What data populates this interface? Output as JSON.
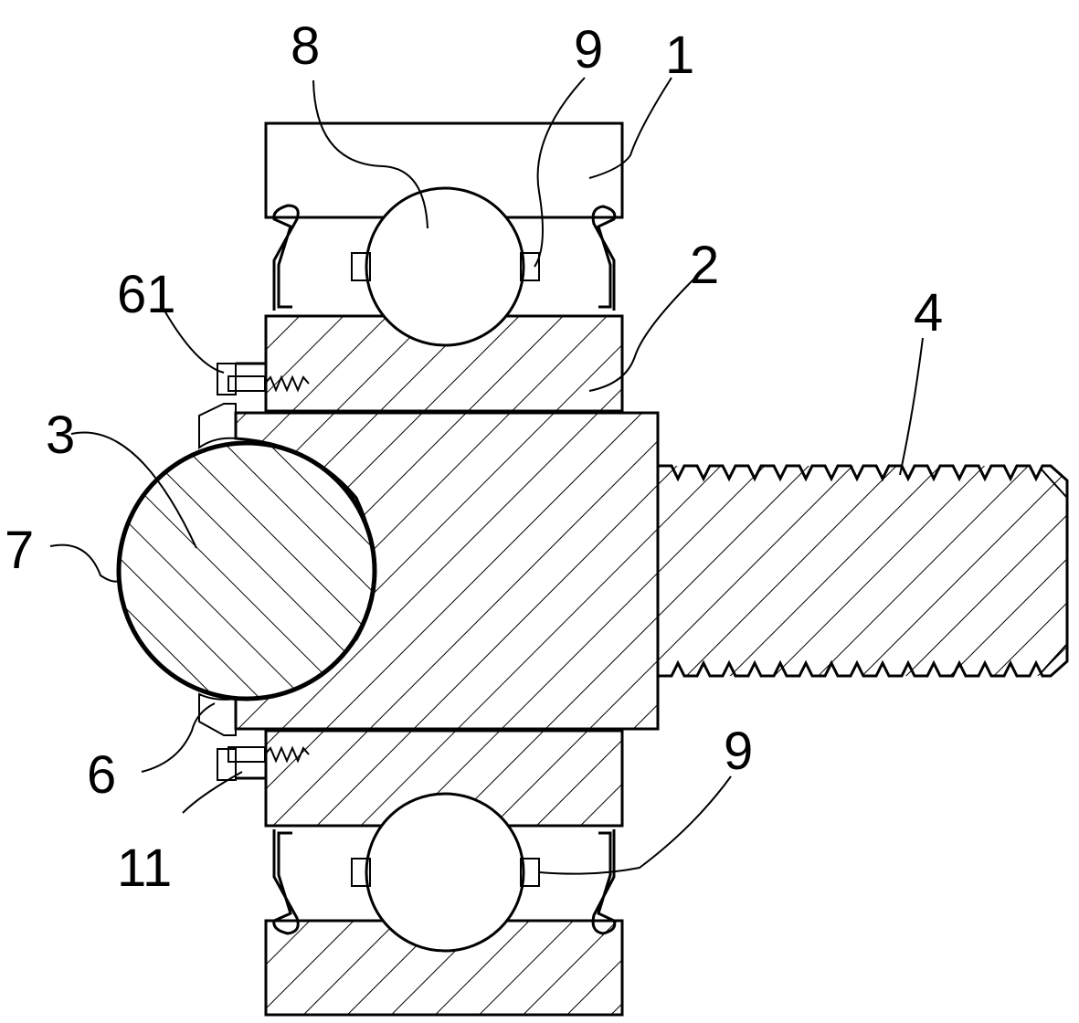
{
  "colors": {
    "ink": "#000000",
    "paper": "#ffffff"
  },
  "labels": {
    "l8": "8",
    "l9_top": "9",
    "l1": "1",
    "l61": "61",
    "l2": "2",
    "l4": "4",
    "l3": "3",
    "l7": "7",
    "l6": "6",
    "l9_bottom": "9",
    "l11": "11"
  }
}
